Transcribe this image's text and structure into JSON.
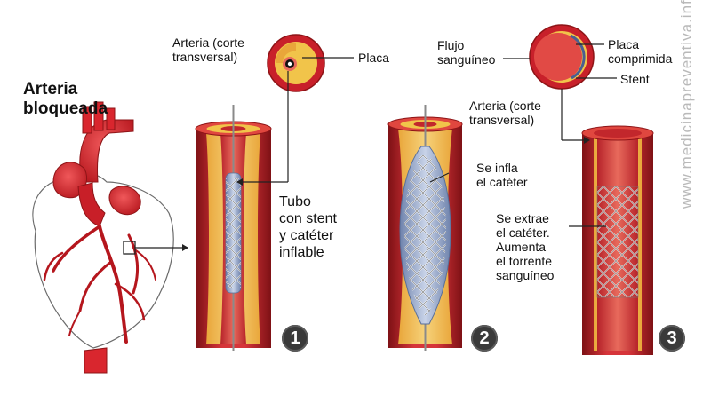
{
  "title": "Arteria\nbloqueada",
  "labels": {
    "artery_cross_1": "Arteria (corte\ntransversal)",
    "placa": "Placa",
    "tube_stent": "Tubo\ncon stent\ny catéter\ninflable",
    "infla": "Se infla\nel catéter",
    "flujo": "Flujo\nsanguíneo",
    "placa_comprimida": "Placa\ncomprimida",
    "stent": "Stent",
    "artery_cross_2": "Arteria (corte\ntransversal)",
    "extrae": "Se extrae\nel catéter.\nAumenta\nel torrente\nsanguíneo"
  },
  "steps": [
    "1",
    "2",
    "3"
  ],
  "watermark": "www.medicinapreventiva.info",
  "colors": {
    "artery_red": "#c8202a",
    "artery_dark": "#8e1417",
    "plaque_yellow": "#f1c44a",
    "balloon_blue": "#8fa4c8",
    "heart_red": "#d9262e",
    "badge_gray": "#3a3a3a"
  }
}
